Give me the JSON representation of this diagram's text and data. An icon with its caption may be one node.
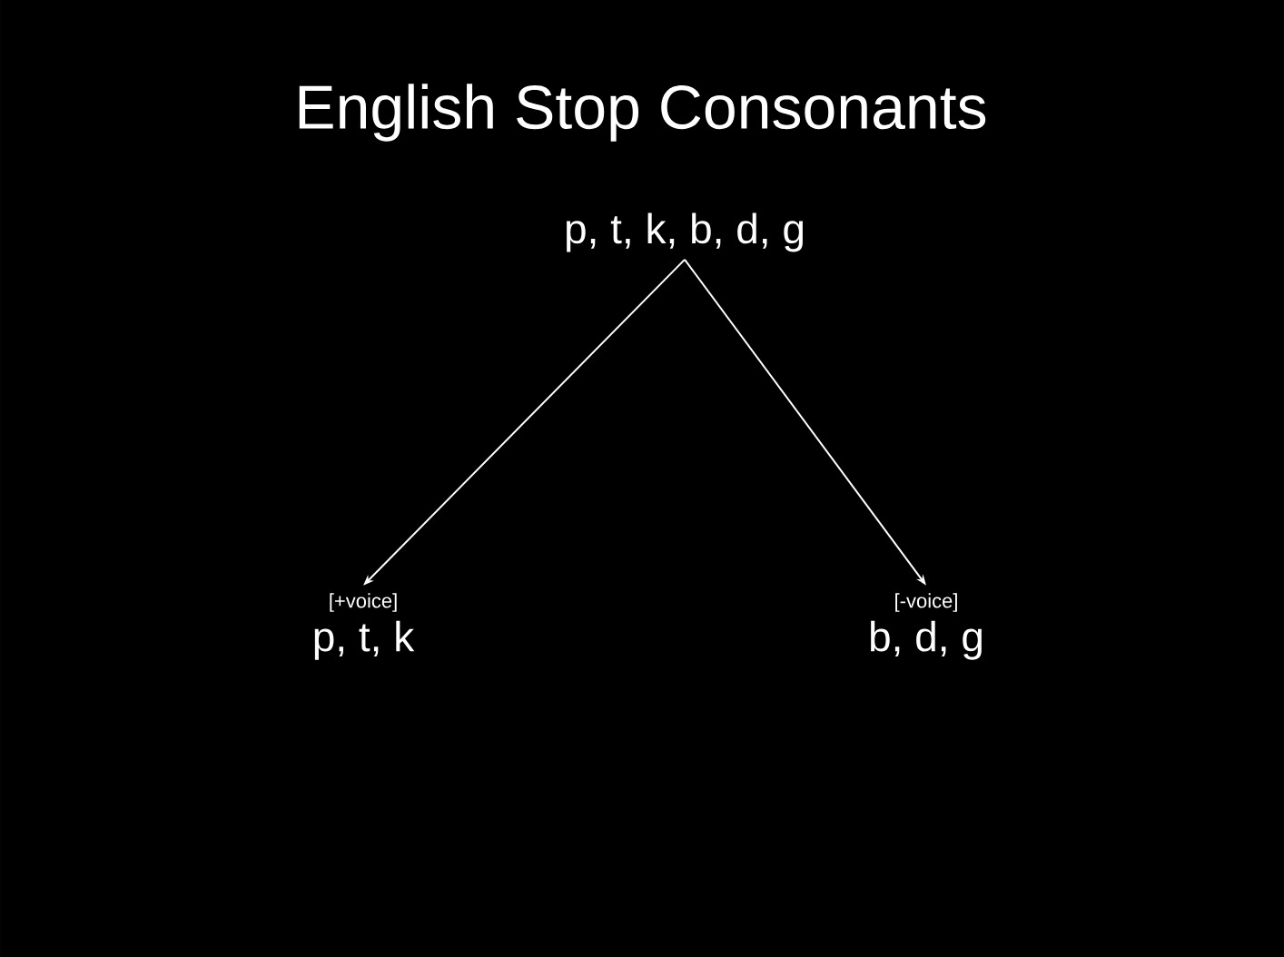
{
  "diagram": {
    "title": "English Stop Consonants",
    "nodes": [
      {
        "text": [
          "p, t, k, b, d, g"
        ]
      },
      {
        "text": [
          "[+voice]",
          "p, t, k"
        ]
      },
      {
        "text": [
          "[-voice]",
          "b, d, g"
        ]
      }
    ],
    "edges": [
      {
        "from": 0,
        "to": 1,
        "arrow": "to"
      },
      {
        "from": 0,
        "to": 2,
        "arrow": "to"
      }
    ]
  }
}
